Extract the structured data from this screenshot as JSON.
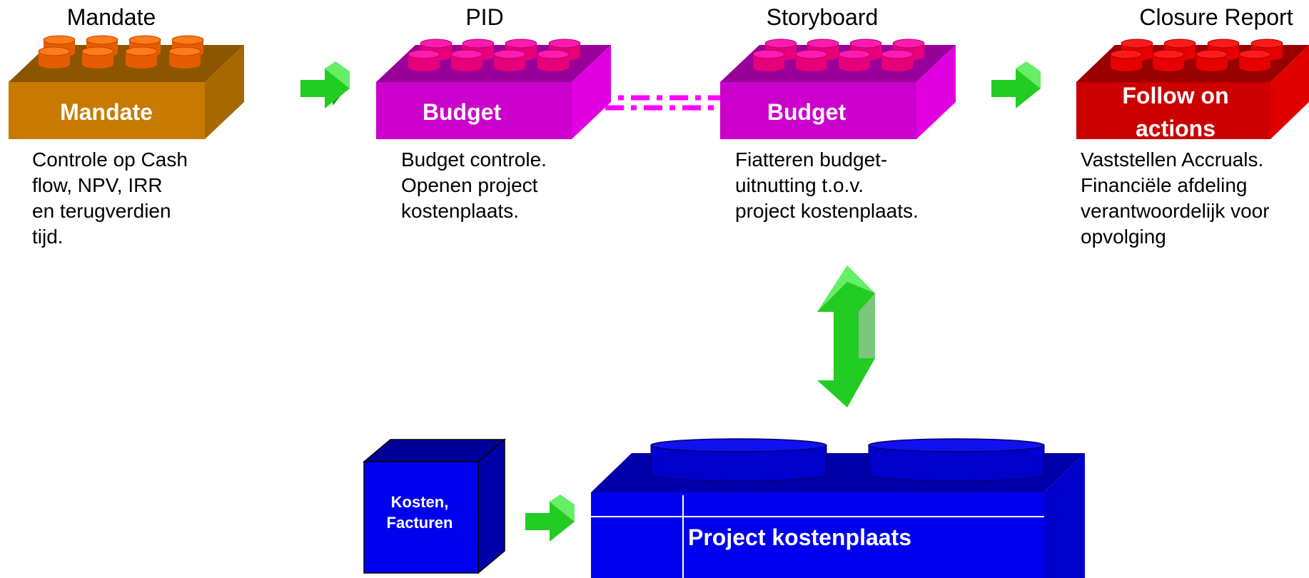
{
  "columns": [
    {
      "heading": "Mandate",
      "brick_label": "Mandate",
      "brick_color": "#C87A00",
      "stud_color": "#FF7A1A",
      "description": [
        "Controle op Cash",
        "flow, NPV, IRR",
        "en terugverdien",
        "tijd."
      ]
    },
    {
      "heading": "PID",
      "brick_label": "Budget",
      "brick_color": "#CC00CC",
      "stud_color": "#FF1AB0",
      "description": [
        "Budget controle.",
        "Openen project",
        "kostenplaats."
      ]
    },
    {
      "heading": "Storyboard",
      "brick_label": "Budget",
      "brick_color": "#CC00CC",
      "stud_color": "#FF1AB0",
      "description": [
        "Fiatteren budget-",
        "uitnutting t.o.v.",
        "project kostenplaats."
      ]
    },
    {
      "heading": "Closure Report",
      "brick_label": [
        "Follow on",
        "actions"
      ],
      "brick_color": "#CC0000",
      "stud_color": "#FF1A1A",
      "description": [
        "Vaststellen Accruals.",
        "Financiële afdeling",
        "verantwoordelijk voor",
        "opvolging"
      ]
    }
  ],
  "cube": {
    "label": [
      "Kosten,",
      "Facturen"
    ],
    "color": "#0000EE"
  },
  "main_block": {
    "label": "Project kostenplaats",
    "color": "#0000EE"
  },
  "colors": {
    "arrow": "#22CC22",
    "dashed_link": "#FF00FF"
  }
}
